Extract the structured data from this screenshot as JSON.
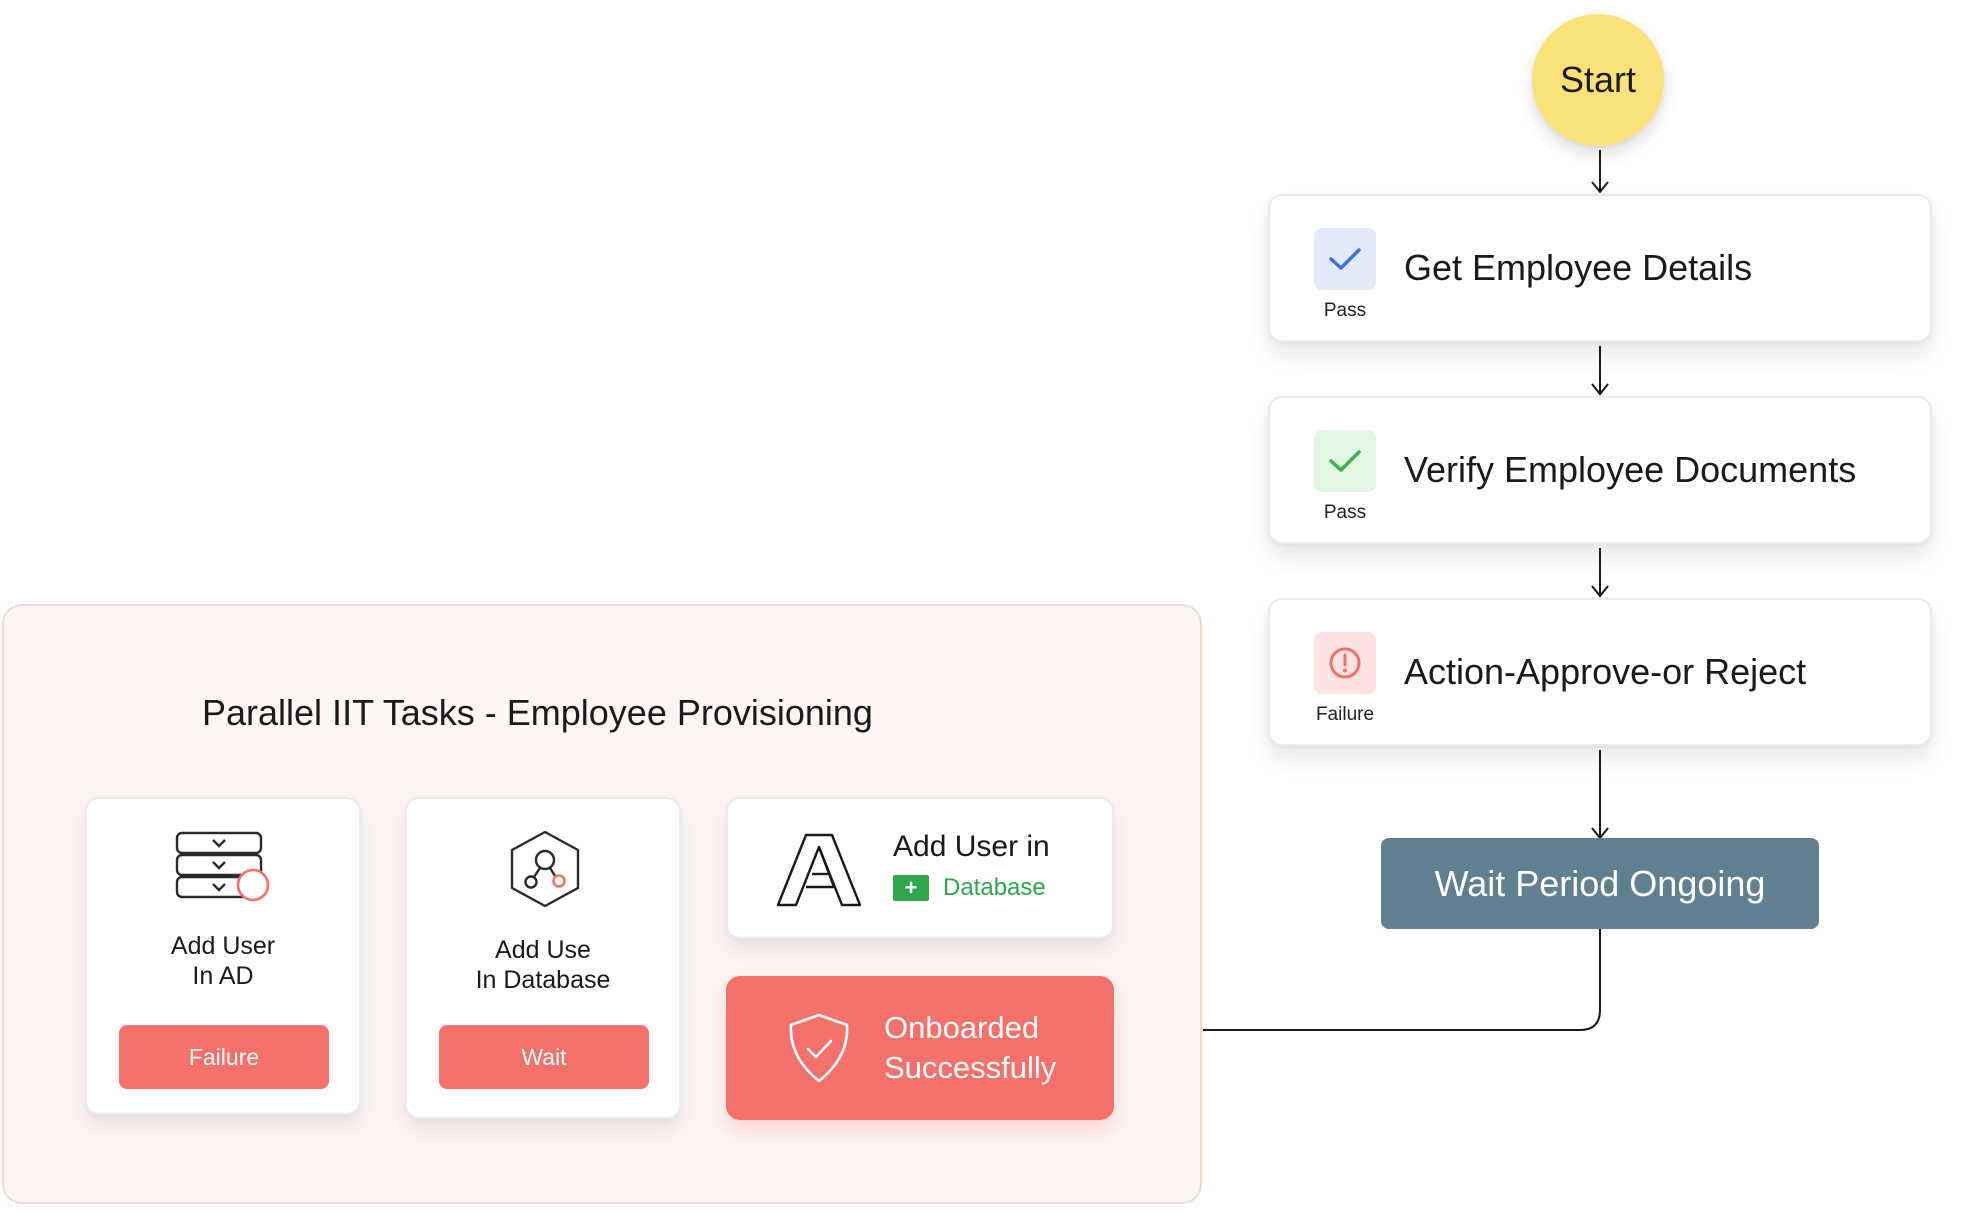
{
  "flow": {
    "start_label": "Start",
    "steps": [
      {
        "title": "Get Employee Details",
        "status": "Pass",
        "status_type": "pass-blue"
      },
      {
        "title": "Verify Employee Documents",
        "status": "Pass",
        "status_type": "pass-green"
      },
      {
        "title": "Action-Approve-or Reject",
        "status": "Failure",
        "status_type": "failure"
      }
    ],
    "wait_label": "Wait Period Ongoing"
  },
  "panel": {
    "title": "Parallel IIT Tasks - Employee Provisioning",
    "tasks": [
      {
        "line1": "Add User",
        "line2": "In AD",
        "button": "Failure",
        "icon": "server-stack-icon"
      },
      {
        "line1": "Add Use",
        "line2": "In Database",
        "button": "Wait",
        "icon": "hexagon-network-icon"
      }
    ],
    "add_user_db": {
      "title": "Add User in",
      "tag": "Database",
      "tag_symbol": "+",
      "icon": "letter-a-logo-icon"
    },
    "onboarded": {
      "line1": "Onboarded",
      "line2": "Successfully",
      "icon": "shield-check-icon"
    }
  },
  "colors": {
    "start": "#fbe278",
    "wait": "#60808f",
    "accent_red": "#f4706a",
    "pass_blue": "#3c72e6",
    "pass_green": "#35b44f",
    "database_green": "#2fa54e",
    "panel_bg": "#fdf6f4"
  }
}
